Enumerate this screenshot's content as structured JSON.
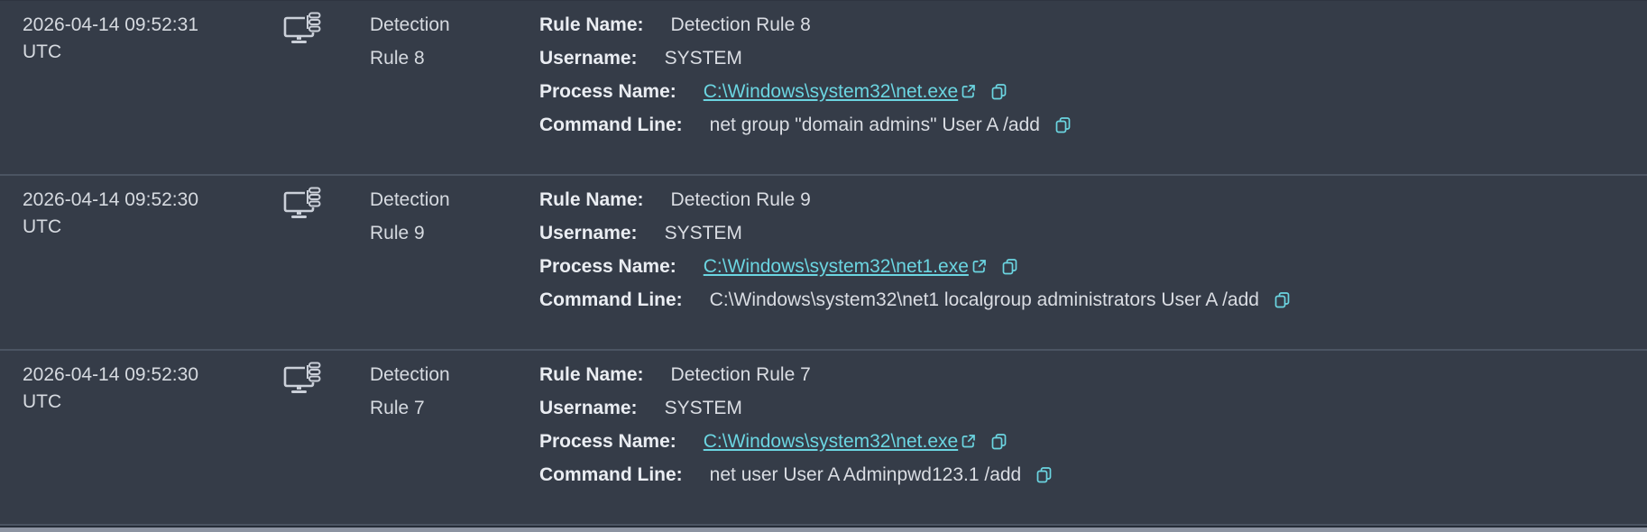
{
  "theme": {
    "background": "#353C48",
    "row_separator": "#4B5462",
    "text_primary": "#D6DAE0",
    "label_color": "#EAEDF2",
    "link_accent": "#6BD5E1",
    "icon_gray": "#CBD0D9",
    "bottom_bar": "#8C93A1"
  },
  "labels": {
    "rule_name": "Rule Name:",
    "username": "Username:",
    "process_name": "Process Name:",
    "command_line": "Command Line:"
  },
  "icons": {
    "row_type": "host-monitor-with-list-icon",
    "after_link": "external-link-icon",
    "copy": "copy-icon"
  },
  "rows": [
    {
      "timestamp": "2026-04-14 09:52:31 UTC",
      "rule": "Detection Rule 8",
      "fields": {
        "rule_name": "Detection Rule 8",
        "username": "SYSTEM",
        "process_name": "C:\\Windows\\system32\\net.exe",
        "command_line": "net group \"domain admins\" User A /add"
      }
    },
    {
      "timestamp": "2026-04-14 09:52:30 UTC",
      "rule": "Detection Rule 9",
      "fields": {
        "rule_name": "Detection Rule 9",
        "username": "SYSTEM",
        "process_name": "C:\\Windows\\system32\\net1.exe",
        "command_line": "C:\\Windows\\system32\\net1 localgroup administrators User A /add"
      }
    },
    {
      "timestamp": "2026-04-14 09:52:30 UTC",
      "rule": "Detection Rule 7",
      "fields": {
        "rule_name": "Detection Rule 7",
        "username": "SYSTEM",
        "process_name": "C:\\Windows\\system32\\net.exe",
        "command_line": "net user User A Adminpwd123.1 /add"
      }
    }
  ]
}
